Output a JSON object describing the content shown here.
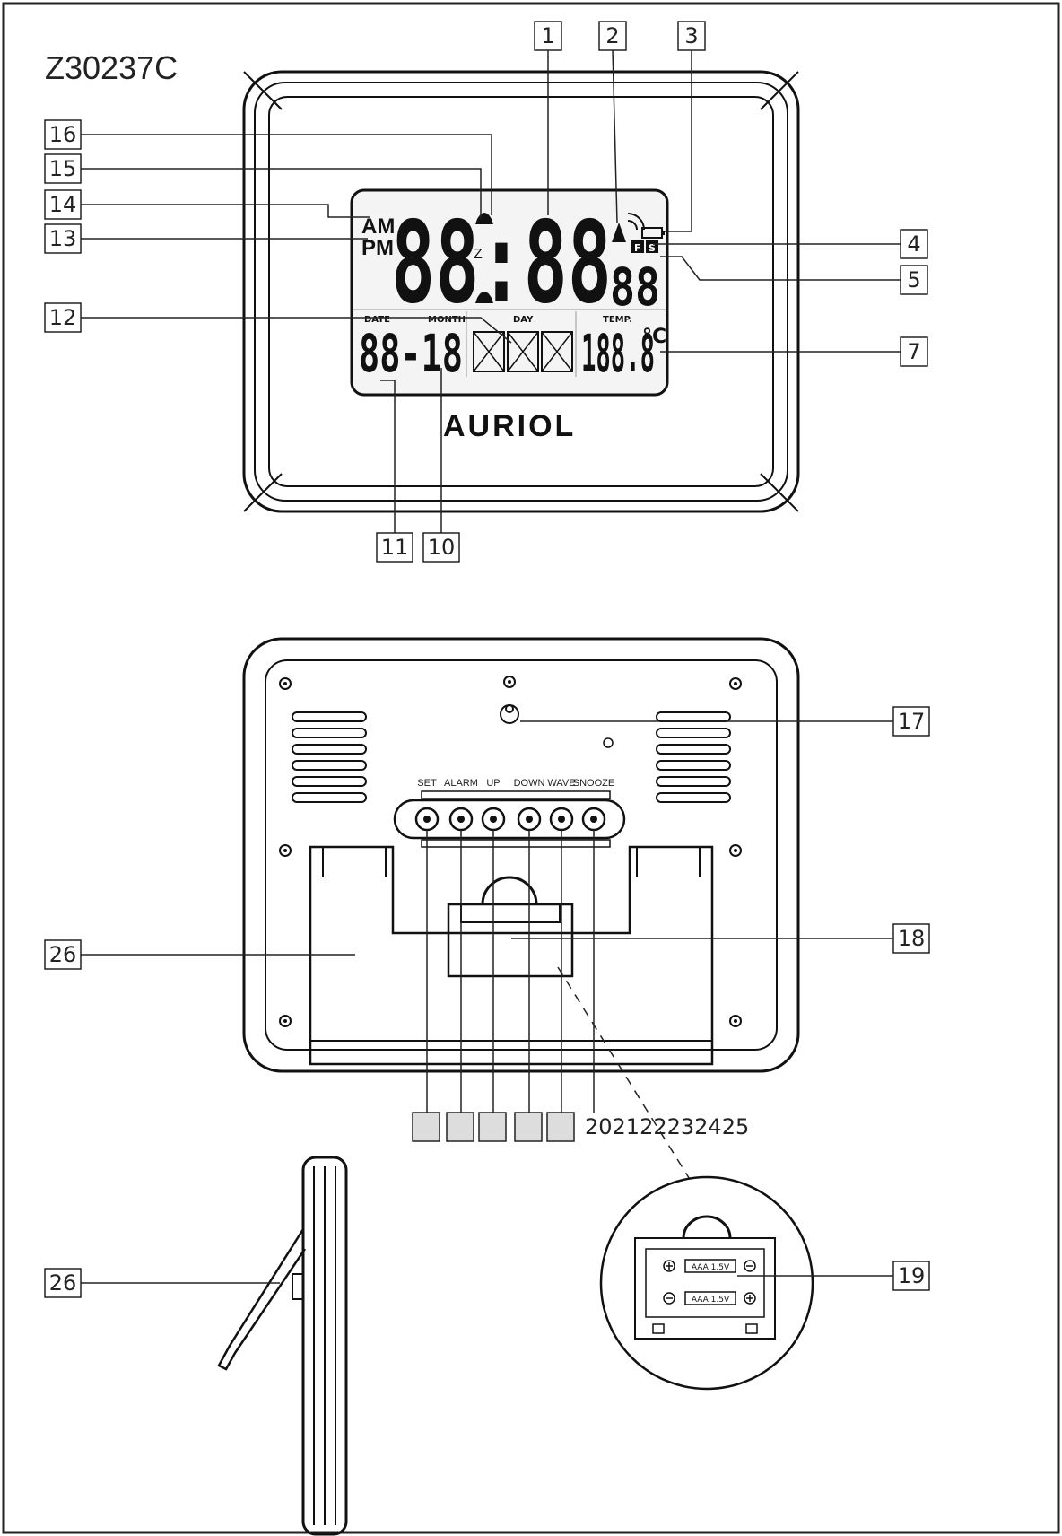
{
  "model": "Z30237C",
  "brand": "AURIOL",
  "front_display": {
    "am": "AM",
    "pm": "PM",
    "time_digits": "88:88",
    "snooze_icon": "Z",
    "seconds_digits": "88",
    "date_label": "DATE",
    "month_label": "MONTH",
    "day_label": "DAY",
    "temp_label": "TEMP.",
    "date_digits": "88-18",
    "temp_digits": "188.8",
    "unit_c": "°C",
    "unit_f": "F",
    "dst_s": "S",
    "signal_icon": "radio-signal-icon",
    "battery_icon": "battery-icon"
  },
  "back_buttons": [
    "SET",
    "ALARM",
    "UP",
    "DOWN",
    "WAVE",
    "SNOOZE"
  ],
  "battery_labels": [
    "AAA 1.5V",
    "AAA 1.5V"
  ],
  "callouts": {
    "c1": "1",
    "c2": "2",
    "c3": "3",
    "c4": "4",
    "c5": "5",
    "c7": "7",
    "c10": "10",
    "c11": "11",
    "c12": "12",
    "c13": "13",
    "c14": "14",
    "c15": "15",
    "c16": "16",
    "c17": "17",
    "c18": "18",
    "c19": "19",
    "c26a": "26",
    "c26b": "26",
    "bottom_numbers": "202122232425"
  }
}
